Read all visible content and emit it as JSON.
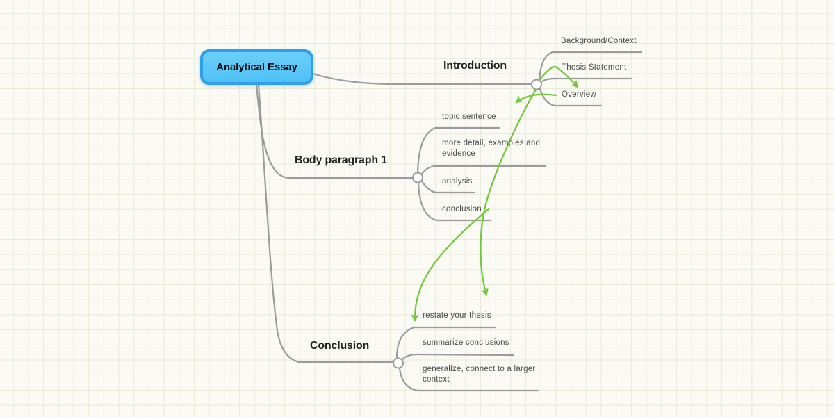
{
  "theme": {
    "canvas_bg": "#FBFAF4",
    "grid_line": "#E8EBD9",
    "branch_gray": "#9B9B9B",
    "connection_green": "#72C93E",
    "root_border": "#2E9FEA",
    "root_fill_top": "#6CCFFA",
    "root_fill_bottom": "#4FC1F6",
    "root_text": "#0E0E0E",
    "section_text": "#222222",
    "child_text": "#4B4B4B"
  },
  "root": {
    "label": "Analytical Essay"
  },
  "branches": [
    {
      "label": "Introduction",
      "children": [
        "Background/Context",
        "Thesis Statement",
        "Overview"
      ]
    },
    {
      "label": "Body paragraph 1",
      "children": [
        "topic sentence",
        "more detail, examples and evidence",
        "analysis",
        "conclusion"
      ]
    },
    {
      "label": "Conclusion",
      "children": [
        "restate your thesis",
        "summarize conclusions",
        "generalize, connect to a larger context"
      ]
    }
  ],
  "connections": [
    {
      "from": "Thesis Statement",
      "to": "Overview"
    },
    {
      "from": "Overview",
      "to": "Body paragraph 1"
    },
    {
      "from": "Introduction",
      "to": "restate your thesis"
    },
    {
      "from": "conclusion",
      "to": "restate your thesis"
    }
  ]
}
